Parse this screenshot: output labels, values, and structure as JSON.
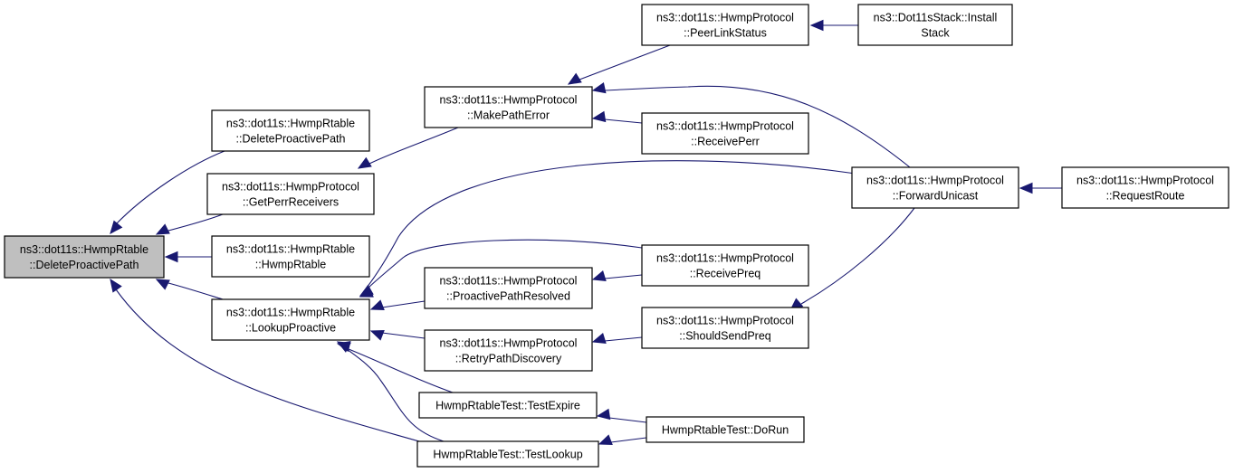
{
  "graph": {
    "title": "Caller graph of ns3::dot11s::HwmpRtable::DeleteProactivePath",
    "colors": {
      "edge": "#191970",
      "root_fill": "#bfbfbf",
      "node_fill": "#ffffff",
      "border": "#000000"
    },
    "nodes": [
      {
        "id": "root",
        "lines": [
          "ns3::dot11s::HwmpRtable",
          "::DeleteProactivePath"
        ],
        "root": true
      },
      {
        "id": "rt_delete",
        "lines": [
          "ns3::dot11s::HwmpRtable",
          "::DeleteProactivePath"
        ]
      },
      {
        "id": "getperr",
        "lines": [
          "ns3::dot11s::HwmpProtocol",
          "::GetPerrReceivers"
        ]
      },
      {
        "id": "rt_ctor",
        "lines": [
          "ns3::dot11s::HwmpRtable",
          "::HwmpRtable"
        ]
      },
      {
        "id": "lookup",
        "lines": [
          "ns3::dot11s::HwmpRtable",
          "::LookupProactive"
        ]
      },
      {
        "id": "makeerr",
        "lines": [
          "ns3::dot11s::HwmpProtocol",
          "::MakePathError"
        ]
      },
      {
        "id": "resolved",
        "lines": [
          "ns3::dot11s::HwmpProtocol",
          "::ProactivePathResolved"
        ]
      },
      {
        "id": "retry",
        "lines": [
          "ns3::dot11s::HwmpProtocol",
          "::RetryPathDiscovery"
        ]
      },
      {
        "id": "expire",
        "lines": [
          "HwmpRtableTest::TestExpire"
        ]
      },
      {
        "id": "tlookup",
        "lines": [
          "HwmpRtableTest::TestLookup"
        ]
      },
      {
        "id": "peer",
        "lines": [
          "ns3::dot11s::HwmpProtocol",
          "::PeerLinkStatus"
        ]
      },
      {
        "id": "rperr",
        "lines": [
          "ns3::dot11s::HwmpProtocol",
          "::ReceivePerr"
        ]
      },
      {
        "id": "rpreq",
        "lines": [
          "ns3::dot11s::HwmpProtocol",
          "::ReceivePreq"
        ]
      },
      {
        "id": "should",
        "lines": [
          "ns3::dot11s::HwmpProtocol",
          "::ShouldSendPreq"
        ]
      },
      {
        "id": "dorun",
        "lines": [
          "HwmpRtableTest::DoRun"
        ]
      },
      {
        "id": "install",
        "lines": [
          "ns3::Dot11sStack::Install",
          "Stack"
        ]
      },
      {
        "id": "fwd",
        "lines": [
          "ns3::dot11s::HwmpProtocol",
          "::ForwardUnicast"
        ]
      },
      {
        "id": "reqroute",
        "lines": [
          "ns3::dot11s::HwmpProtocol",
          "::RequestRoute"
        ]
      }
    ],
    "edges": [
      {
        "from": "rt_delete",
        "to": "root"
      },
      {
        "from": "getperr",
        "to": "root"
      },
      {
        "from": "rt_ctor",
        "to": "root"
      },
      {
        "from": "lookup",
        "to": "root"
      },
      {
        "from": "tlookup",
        "to": "root"
      },
      {
        "from": "makeerr",
        "to": "getperr"
      },
      {
        "from": "fwd",
        "to": "lookup"
      },
      {
        "from": "rpreq",
        "to": "lookup"
      },
      {
        "from": "resolved",
        "to": "lookup"
      },
      {
        "from": "retry",
        "to": "lookup"
      },
      {
        "from": "expire",
        "to": "lookup"
      },
      {
        "from": "tlookup",
        "to": "lookup"
      },
      {
        "from": "peer",
        "to": "makeerr"
      },
      {
        "from": "fwd",
        "to": "makeerr"
      },
      {
        "from": "rperr",
        "to": "makeerr"
      },
      {
        "from": "rpreq",
        "to": "resolved"
      },
      {
        "from": "should",
        "to": "retry"
      },
      {
        "from": "dorun",
        "to": "expire"
      },
      {
        "from": "dorun",
        "to": "tlookup"
      },
      {
        "from": "install",
        "to": "peer"
      },
      {
        "from": "fwd",
        "to": "should"
      },
      {
        "from": "reqroute",
        "to": "fwd"
      }
    ]
  }
}
